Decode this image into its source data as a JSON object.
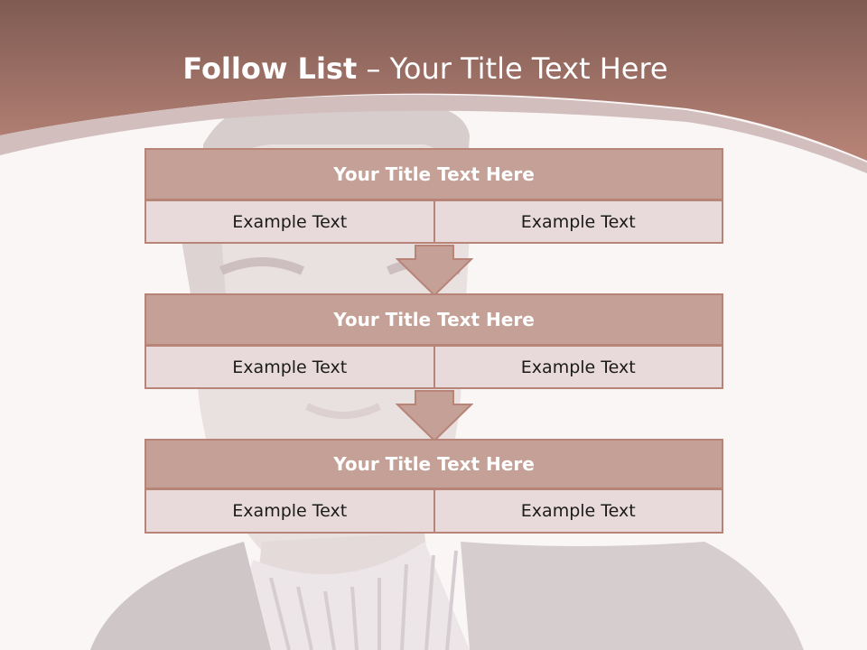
{
  "slide": {
    "title_bold": "Follow List",
    "title_rest": "– Your Title Text Here",
    "colors": {
      "header": "#a87569",
      "block_title_fill": "#c4a096",
      "block_cell_fill": "#e8dadb",
      "border": "#b98478"
    },
    "blocks": [
      {
        "title": "Your Title Text Here",
        "cells": [
          "Example Text",
          "Example Text"
        ]
      },
      {
        "title": "Your Title Text Here",
        "cells": [
          "Example Text",
          "Example Text"
        ]
      },
      {
        "title": "Your Title Text Here",
        "cells": [
          "Example Text",
          "Example Text"
        ]
      }
    ],
    "arrows": [
      "down-arrow-icon",
      "down-arrow-icon"
    ]
  }
}
